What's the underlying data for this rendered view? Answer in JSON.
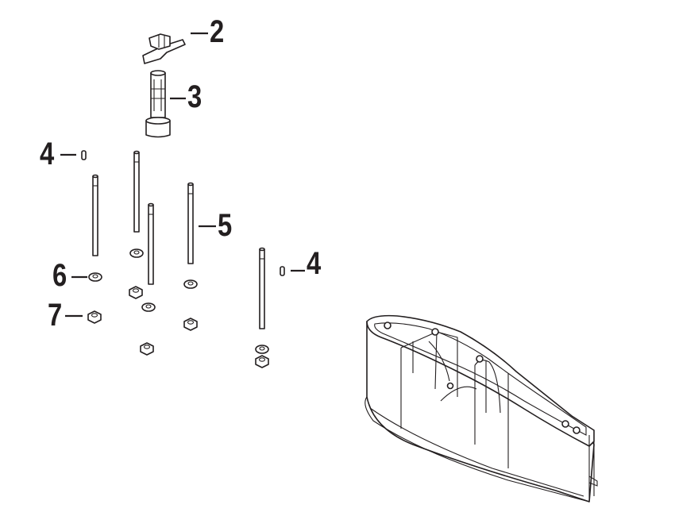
{
  "callouts": {
    "c2": "2",
    "c3": "3",
    "c4a": "4",
    "c4b": "4",
    "c5": "5",
    "c6": "6",
    "c7": "7"
  }
}
